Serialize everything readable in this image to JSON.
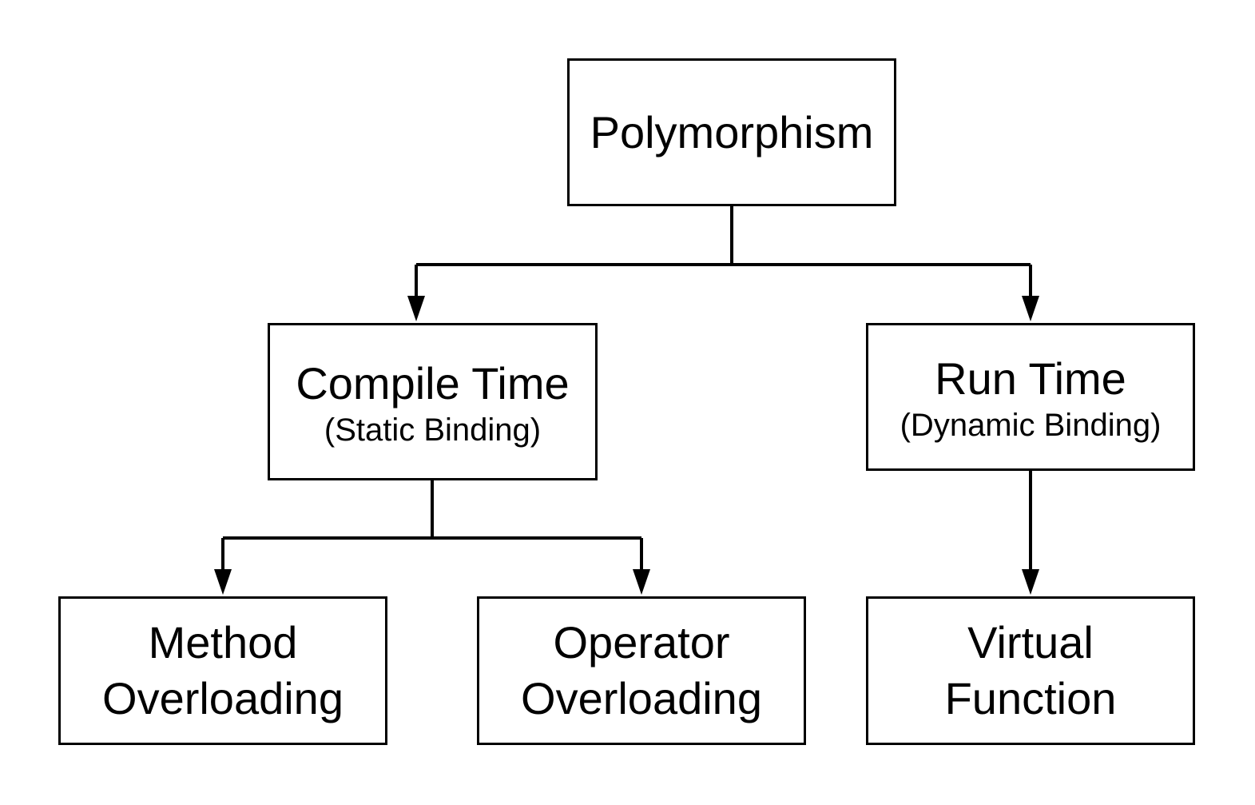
{
  "diagram": {
    "root": {
      "title": "Polymorphism"
    },
    "compile_time": {
      "title": "Compile Time",
      "subtitle": "(Static Binding)"
    },
    "run_time": {
      "title": "Run Time",
      "subtitle": "(Dynamic Binding)"
    },
    "method_overloading": {
      "line1": "Method",
      "line2": "Overloading"
    },
    "operator_overloading": {
      "line1": "Operator",
      "line2": "Overloading"
    },
    "virtual_function": {
      "line1": "Virtual",
      "line2": "Function"
    }
  },
  "colors": {
    "stroke": "#000000",
    "background": "#ffffff"
  }
}
